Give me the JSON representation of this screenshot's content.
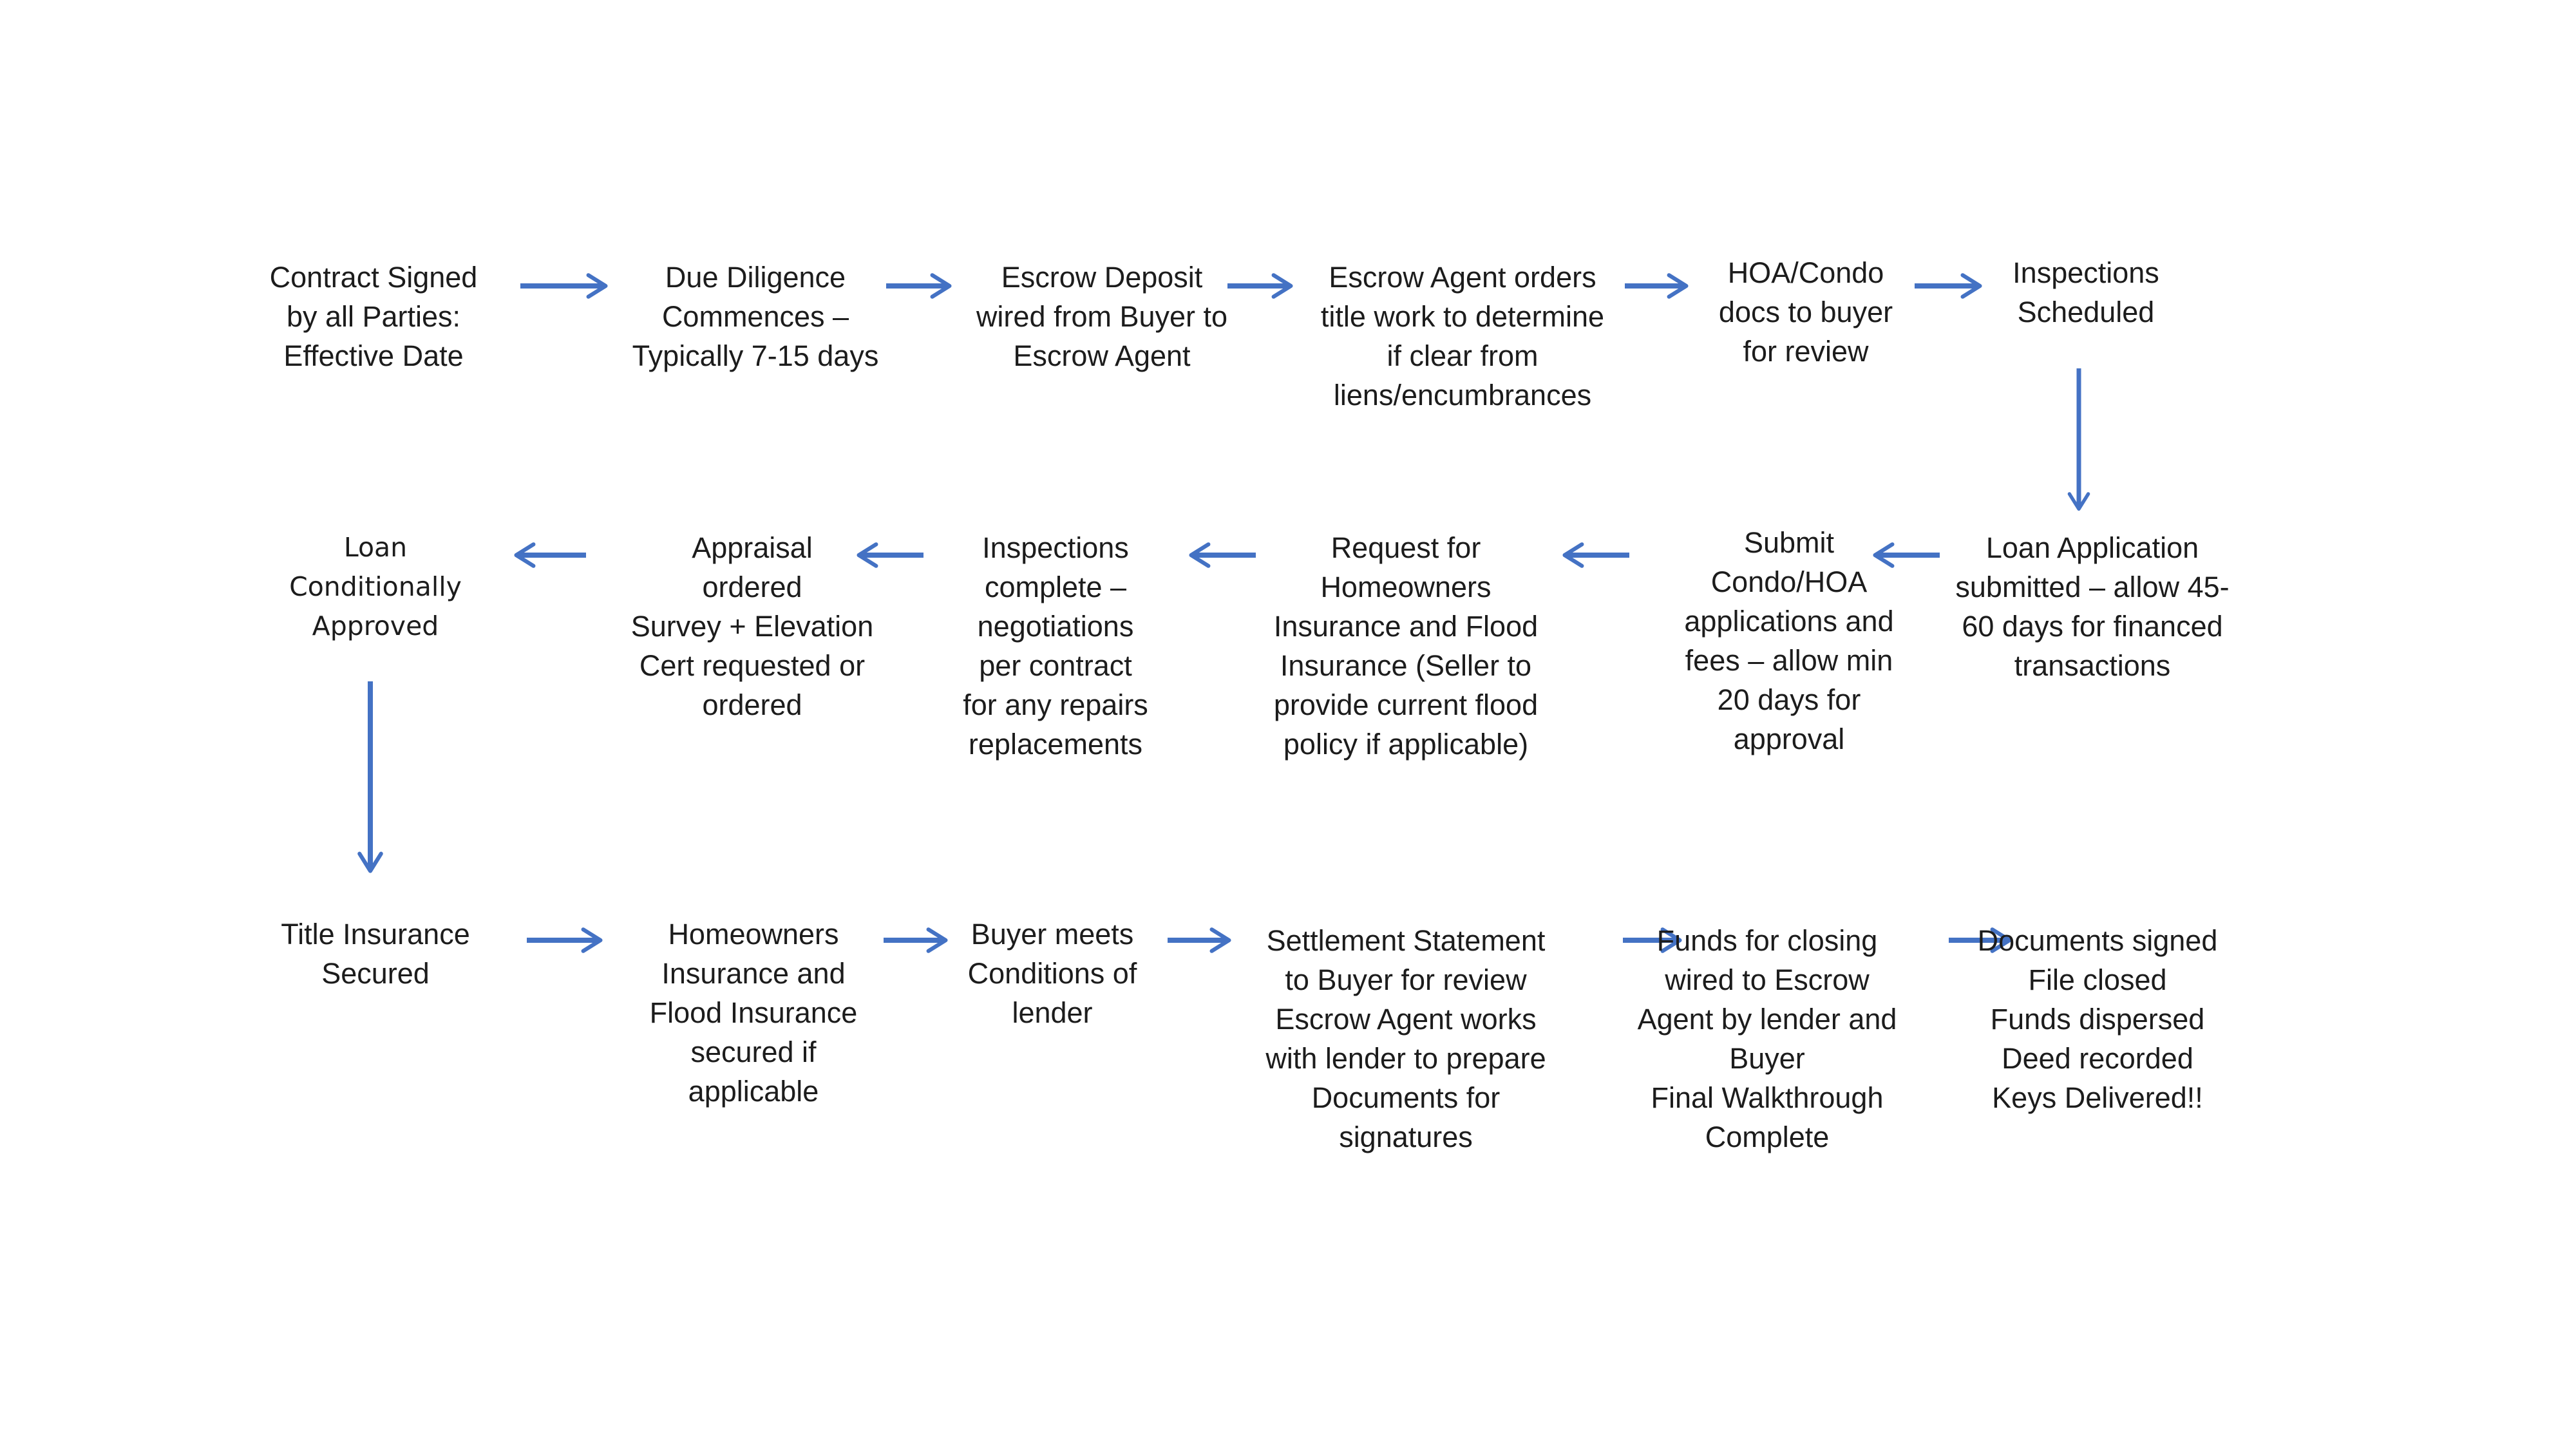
{
  "theme": {
    "background": "#FFFFFF",
    "arrow_color": "#4472C4",
    "text_color": "#1C1C1C"
  },
  "steps": {
    "row1": [
      {
        "id": "contract-signed",
        "text": "Contract Signed\nby all Parties:\nEffective Date"
      },
      {
        "id": "due-diligence",
        "text": "Due Diligence\nCommences –\nTypically 7-15 days"
      },
      {
        "id": "escrow-deposit",
        "text": "Escrow Deposit\nwired from Buyer to\nEscrow Agent"
      },
      {
        "id": "title-work",
        "text": "Escrow Agent orders\ntitle work to determine\nif clear from\nliens/encumbrances"
      },
      {
        "id": "hoa-docs",
        "text": "HOA/Condo\ndocs to buyer\nfor review"
      },
      {
        "id": "inspections-scheduled",
        "text": "Inspections\nScheduled"
      }
    ],
    "row2": [
      {
        "id": "loan-application",
        "text": "Loan Application\nsubmitted – allow 45-\n60 days for financed\ntransactions"
      },
      {
        "id": "submit-condo-hoa",
        "text": "Submit\nCondo/HOA\napplications and\nfees – allow min\n20 days for\napproval"
      },
      {
        "id": "request-insurance",
        "text": "Request for\nHomeowners\nInsurance and Flood\nInsurance (Seller to\nprovide current flood\npolicy if applicable)"
      },
      {
        "id": "inspections-complete",
        "text": "Inspections\ncomplete –\nnegotiations\nper contract\nfor any repairs\nreplacements"
      },
      {
        "id": "appraisal-ordered",
        "text": "Appraisal\nordered\nSurvey + Elevation\nCert requested or\nordered"
      },
      {
        "id": "loan-conditionally-approved",
        "text": "Loan\nConditionally\nApproved"
      }
    ],
    "row3": [
      {
        "id": "title-insurance",
        "text": "Title Insurance\nSecured"
      },
      {
        "id": "homeowners-insurance",
        "text": "Homeowners\nInsurance and\nFlood Insurance\nsecured if\napplicable"
      },
      {
        "id": "buyer-conditions",
        "text": "Buyer meets\nConditions of\nlender"
      },
      {
        "id": "settlement-statement",
        "text": "Settlement Statement\nto Buyer for review\nEscrow Agent works\nwith lender to prepare\nDocuments for\nsignatures"
      },
      {
        "id": "funds-for-closing",
        "text": "Funds for closing\nwired to Escrow\nAgent by lender and\nBuyer\nFinal Walkthrough\nComplete"
      },
      {
        "id": "documents-signed",
        "text": "Documents signed\nFile closed\nFunds dispersed\nDeed recorded\nKeys Delivered!!"
      }
    ]
  }
}
